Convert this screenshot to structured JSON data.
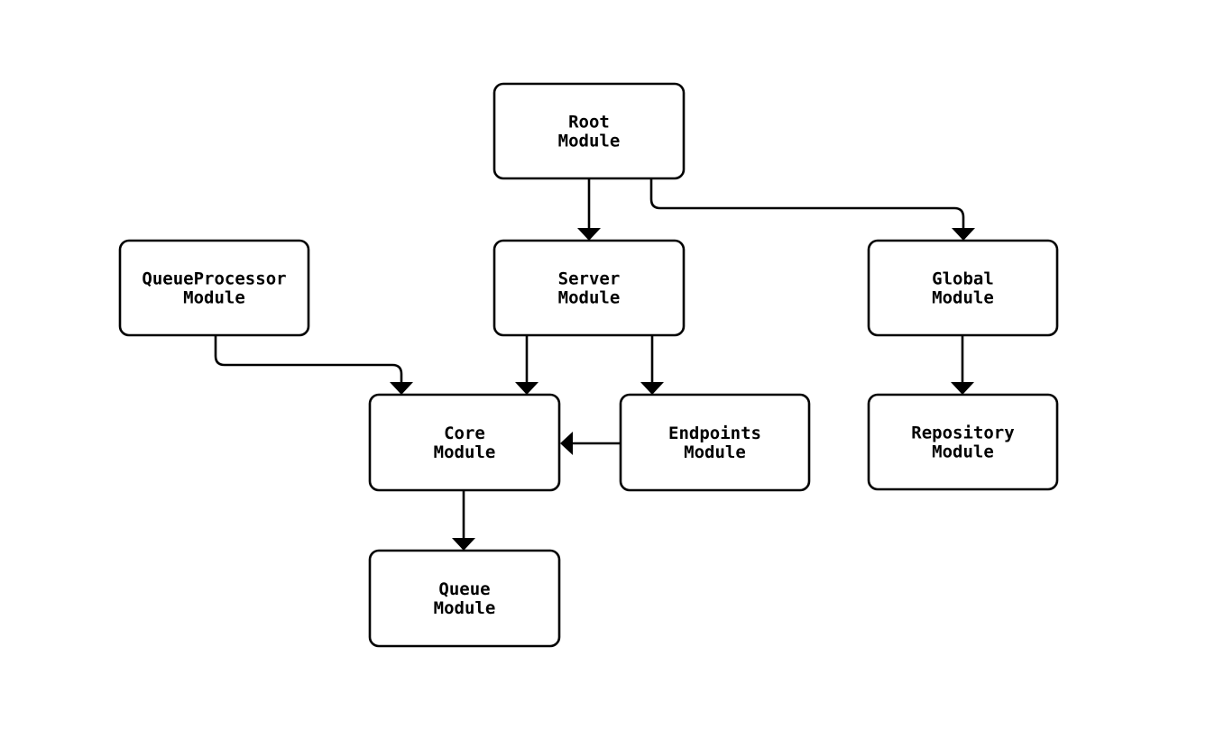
{
  "diagram": {
    "type": "module-dependency-graph",
    "style": {
      "background": "#ffffff",
      "node_fill": "#ffffff",
      "node_stroke": "#000000",
      "edge_color": "#000000",
      "text_color": "#000000"
    },
    "nodes": [
      {
        "id": "root",
        "lines": [
          "Root",
          "Module"
        ]
      },
      {
        "id": "queueprocessor",
        "lines": [
          "QueueProcessor",
          "Module"
        ]
      },
      {
        "id": "server",
        "lines": [
          "Server",
          "Module"
        ]
      },
      {
        "id": "global",
        "lines": [
          "Global",
          "Module"
        ]
      },
      {
        "id": "core",
        "lines": [
          "Core",
          "Module"
        ]
      },
      {
        "id": "endpoints",
        "lines": [
          "Endpoints",
          "Module"
        ]
      },
      {
        "id": "repository",
        "lines": [
          "Repository",
          "Module"
        ]
      },
      {
        "id": "queue",
        "lines": [
          "Queue",
          "Module"
        ]
      }
    ],
    "edges": [
      {
        "from": "root",
        "to": "server"
      },
      {
        "from": "root",
        "to": "global"
      },
      {
        "from": "queueprocessor",
        "to": "core"
      },
      {
        "from": "server",
        "to": "core"
      },
      {
        "from": "server",
        "to": "endpoints"
      },
      {
        "from": "endpoints",
        "to": "core"
      },
      {
        "from": "global",
        "to": "repository"
      },
      {
        "from": "core",
        "to": "queue"
      }
    ]
  }
}
